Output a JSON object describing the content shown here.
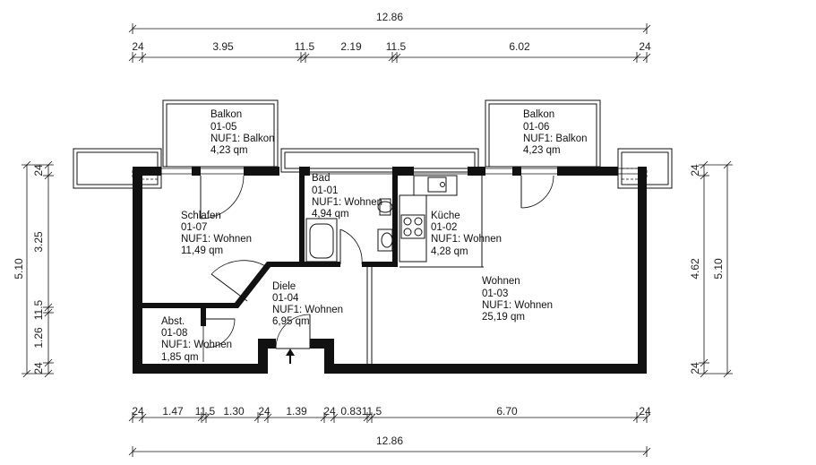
{
  "dimensions": {
    "top_total": "12.86",
    "top": [
      "24",
      "3.95",
      "11.5",
      "2.19",
      "11.5",
      "6.02",
      "24"
    ],
    "bottom_total": "12.86",
    "bottom": [
      "24",
      "1.47",
      "11.5",
      "1.30",
      "24",
      "1.39",
      "24",
      "0.83",
      "11.5",
      "6.70",
      "24"
    ],
    "left_total": "5.10",
    "left": [
      "24",
      "3.25",
      "11.5",
      "1.26",
      "24"
    ],
    "right_total": "5.10",
    "right": [
      "24",
      "4.62",
      "24"
    ]
  },
  "rooms": [
    {
      "name": "Balkon",
      "id": "01-05",
      "use": "NUF1: Balkon",
      "area": "4,23 qm"
    },
    {
      "name": "Balkon",
      "id": "01-06",
      "use": "NUF1: Balkon",
      "area": "4,23 qm"
    },
    {
      "name": "Bad",
      "id": "01-01",
      "use": "NUF1: Wohnen",
      "area": "4,94 qm"
    },
    {
      "name": "Küche",
      "id": "01-02",
      "use": "NUF1: Wohnen",
      "area": "4,28 qm"
    },
    {
      "name": "Schlafen",
      "id": "01-07",
      "use": "NUF1: Wohnen",
      "area": "11,49 qm"
    },
    {
      "name": "Wohnen",
      "id": "01-03",
      "use": "NUF1: Wohnen",
      "area": "25,19 qm"
    },
    {
      "name": "Diele",
      "id": "01-04",
      "use": "NUF1: Wohnen",
      "area": "6,95 qm"
    },
    {
      "name": "Abst.",
      "id": "01-08",
      "use": "NUF1: Wohnen",
      "area": "1,85 qm"
    }
  ]
}
